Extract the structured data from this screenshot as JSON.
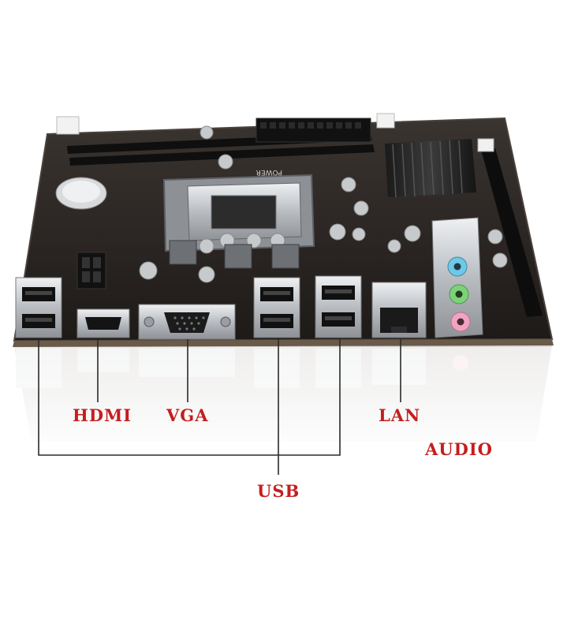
{
  "labels": {
    "hdmi": "HDMI",
    "vga": "VGA",
    "lan": "LAN",
    "audio": "AUDIO",
    "usb": "USB"
  },
  "board_silkscreen": {
    "power_text": "POWER"
  },
  "colors": {
    "label_text": "#c41e1e",
    "leader_line": "#2a2a2a",
    "pcb": "#2b2623",
    "pcb_edge": "#3a332e",
    "audio_blue": "#6fc8e6",
    "audio_green": "#7ed07a",
    "audio_pink": "#f1a4c0",
    "metal": "#c9ccd0"
  }
}
